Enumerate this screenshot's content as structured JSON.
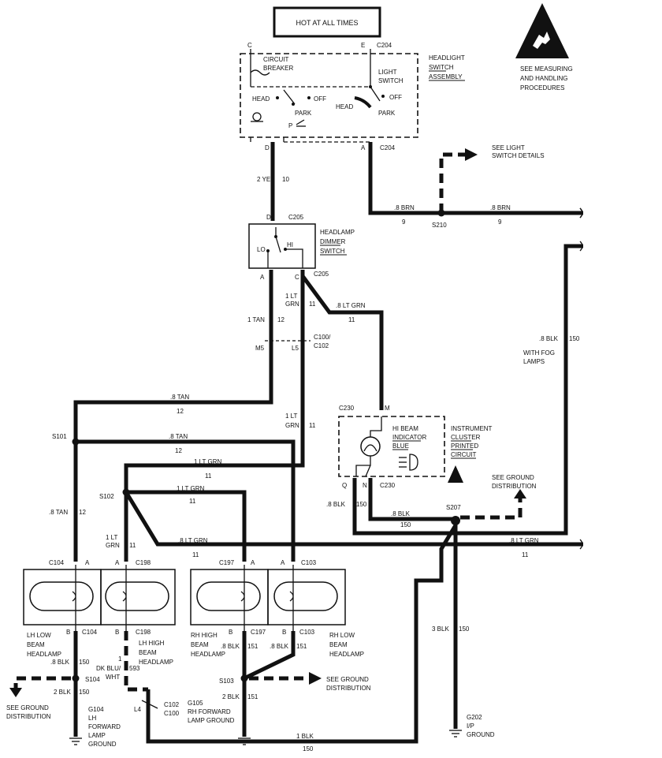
{
  "banner": "HOT AT ALL TIMES",
  "esd_note": [
    "SEE MEASURING",
    "AND HANDLING",
    "PROCEDURES"
  ],
  "headlight_switch": {
    "title": [
      "HEADLIGHT",
      "SWITCH",
      "ASSEMBLY"
    ],
    "breaker": [
      "CIRCUIT",
      "BREAKER"
    ],
    "light_switch": [
      "LIGHT",
      "SWITCH"
    ],
    "head": "HEAD",
    "off": "OFF",
    "park": "PARK",
    "p": "P",
    "pin_c": "C",
    "pin_e": "E",
    "pin_d": "D",
    "pin_a": "A",
    "conn_top": "C204",
    "conn_bottom": "C204"
  },
  "dimmer_switch": {
    "title": [
      "HEADLAMP",
      "DIMMER",
      "SWITCH"
    ],
    "lo": "LO",
    "hi": "HI",
    "pin_d": "D",
    "pin_a": "A",
    "pin_c": "C",
    "conn_top": "C205",
    "conn_bottom": "C205"
  },
  "light_switch_details": [
    "SEE LIGHT",
    "SWITCH DETAILS"
  ],
  "cluster": {
    "indicator": [
      "HI BEAM",
      "INDICATOR",
      "BLUE"
    ],
    "title": [
      "INSTRUMENT",
      "CLUSTER",
      "PRINTED",
      "CIRCUIT"
    ],
    "conn_top": "C230",
    "pin_m": "M",
    "pin_q": "Q",
    "pin_n": "N",
    "conn_bottom": "C230"
  },
  "fog_note": [
    "WITH FOG",
    "LAMPS"
  ],
  "ground_dist": [
    "SEE GROUND",
    "DISTRIBUTION"
  ],
  "wires": {
    "yel": "2 YEL",
    "yel_c": "10",
    "brn_left": ".8 BRN",
    "brn_left_c": "9",
    "brn_right": ".8 BRN",
    "brn_right_c": "9",
    "s210": "S210",
    "ltgrn_a": "1 LT",
    "ltgrn_a2": "GRN",
    "ltgrn_a_c": "11",
    "ltgrn_b": ".8 LT GRN",
    "ltgrn_b_c": "11",
    "tan1": "1 TAN",
    "tan1_c": "12",
    "m5": "M5",
    "l5": "L5",
    "c100": "C100/",
    "c102": "C102",
    "blk_fog": ".8 BLK",
    "blk_fog_c": "150",
    "tan_top": ".8 TAN",
    "tan_top_c": "12",
    "ltgrn_c": "1 LT",
    "ltgrn_c2": "GRN",
    "ltgrn_c_c": "11",
    "s101": "S101",
    "tan_mid": ".8 TAN",
    "tan_mid_c": "12",
    "ltgrn_d": "1 LT GRN",
    "ltgrn_d_c": "11",
    "s102": "S102",
    "ltgrn_e": "1 LT GRN",
    "ltgrn_e_c": "11",
    "tan_left": ".8 TAN",
    "tan_left_c": "12",
    "ltgrn_f": "1 LT",
    "ltgrn_f2": "GRN",
    "ltgrn_f_c": "11",
    "ltgrn_g": ".8 LT GRN",
    "ltgrn_g_c": "11",
    "ltgrn_h": ".8 LT GRN",
    "ltgrn_h_c": "11",
    "blk_q": ".8 BLK",
    "blk_q_c": "150",
    "blk_n": ".8 BLK",
    "blk_n_c": "150",
    "s207": "S207",
    "blk3": "3 BLK",
    "blk3_c": "150",
    "blk_lhl": ".8 BLK",
    "blk_lhl_c": "150",
    "blk_lhl2": "2 BLK",
    "blk_lhl2_c": "150",
    "s104": "S104",
    "dkblu_1": "1",
    "dkblu": "DK BLU/",
    "dkblu2": "WHT",
    "dkblu_c": "593",
    "blk_rhh": ".8 BLK",
    "blk_rhh_c": "151",
    "blk_rhl": ".8 BLK",
    "blk_rhl_c": "151",
    "s103": "S103",
    "blk_rh2": "2 BLK",
    "blk_rh2_c": "151",
    "blk_bottom": "1 BLK",
    "blk_bottom_c": "150",
    "l4": "L4",
    "c102b": "C102",
    "c100b": "C100"
  },
  "lamps": {
    "lh_low": [
      "LH LOW",
      "BEAM",
      "HEADLAMP"
    ],
    "lh_high": [
      "LH HIGH",
      "BEAM",
      "HEADLAMP"
    ],
    "rh_high": [
      "RH HIGH",
      "BEAM",
      "HEADLAMP"
    ],
    "rh_low": [
      "RH LOW",
      "BEAM",
      "HEADLAMP"
    ],
    "c104_top": "C104",
    "c104_bot": "C104",
    "c198_top": "C198",
    "c198_bot": "C198",
    "c197_top": "C197",
    "c197_bot": "C197",
    "c103_top": "C103",
    "c103_bot": "C103",
    "a": "A",
    "b": "B"
  },
  "grounds": {
    "g104": [
      "G104",
      "LH",
      "FORWARD",
      "LAMP",
      "GROUND"
    ],
    "g105": [
      "G105",
      "RH FORWARD",
      "LAMP GROUND"
    ],
    "g202": [
      "G202",
      "I/P",
      "GROUND"
    ]
  }
}
